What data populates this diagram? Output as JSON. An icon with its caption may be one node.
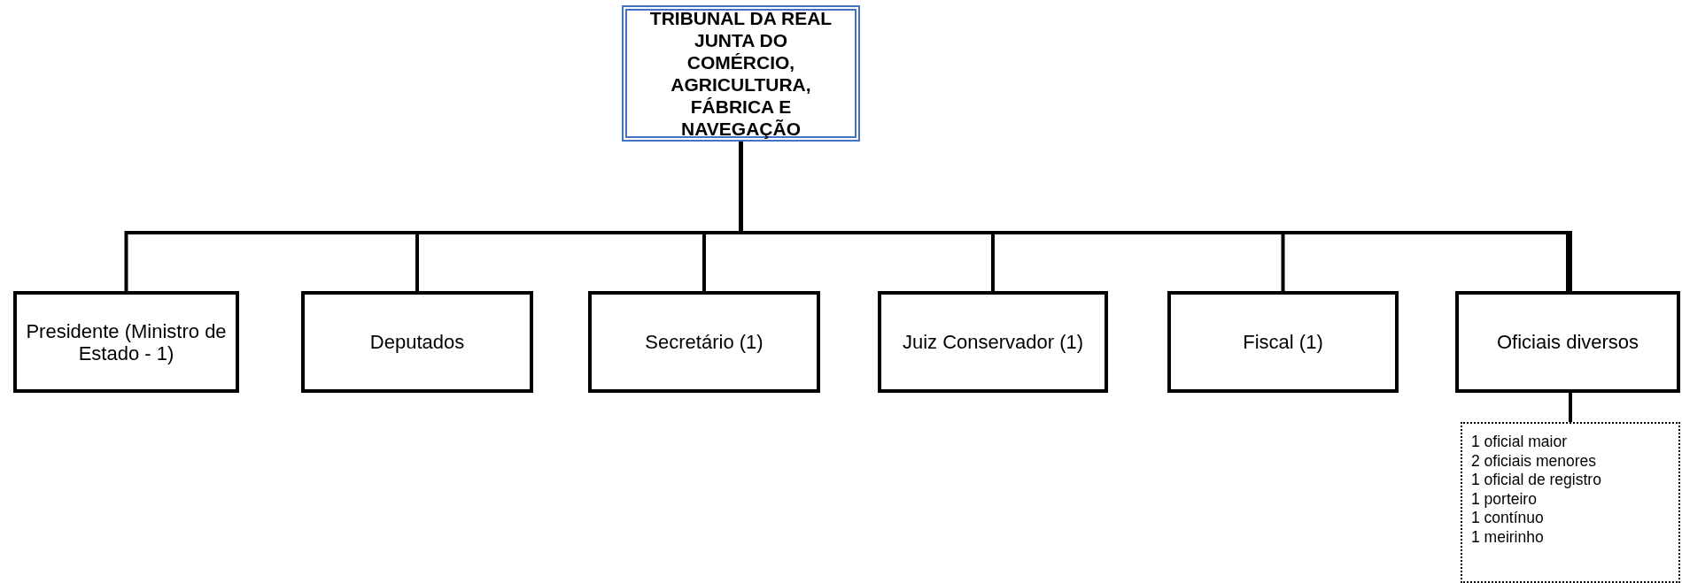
{
  "diagram": {
    "nodes": [
      {
        "text": [
          "TRIBUNAL DA REAL JUNTA DO COMÉRCIO, AGRICULTURA, FÁBRICA E NAVEGAÇÃO"
        ]
      },
      {
        "text": [
          "Presidente (Ministro de Estado - 1)"
        ]
      },
      {
        "text": [
          "Deputados"
        ]
      },
      {
        "text": [
          "Secretário (1)"
        ]
      },
      {
        "text": [
          "Juiz Conservador (1)"
        ]
      },
      {
        "text": [
          "Fiscal (1)"
        ]
      },
      {
        "text": [
          "Oficiais diversos"
        ]
      },
      {
        "text": [
          "1 oficial maior",
          "2 oficiais menores",
          "1 oficial de registro",
          "1 porteiro",
          "1 contínuo",
          "1 meirinho"
        ]
      }
    ],
    "edges": [
      {
        "from": 0,
        "to": 1,
        "arrow": "none"
      },
      {
        "from": 0,
        "to": 2,
        "arrow": "none"
      },
      {
        "from": 0,
        "to": 3,
        "arrow": "none"
      },
      {
        "from": 0,
        "to": 4,
        "arrow": "none"
      },
      {
        "from": 0,
        "to": 5,
        "arrow": "none"
      },
      {
        "from": 0,
        "to": 6,
        "arrow": "none"
      },
      {
        "from": 6,
        "to": 7,
        "arrow": "none"
      }
    ]
  }
}
